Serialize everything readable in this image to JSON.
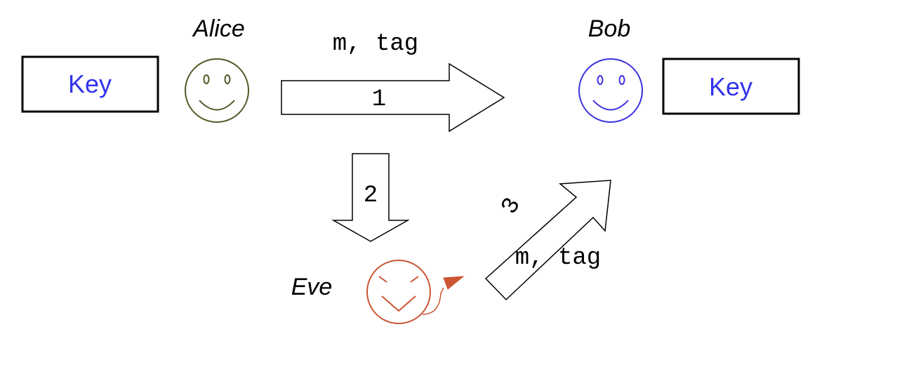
{
  "parties": {
    "alice": {
      "name": "Alice",
      "color": "#4d5a26"
    },
    "bob": {
      "name": "Bob",
      "color": "#3a2fe0"
    },
    "eve": {
      "name": "Eve",
      "color": "#cc5533"
    }
  },
  "keys": {
    "alice_key": "Key",
    "bob_key": "Key"
  },
  "arrows": {
    "arrow1": {
      "label": "1",
      "message": "m, tag"
    },
    "arrow2": {
      "label": "2"
    },
    "arrow3": {
      "label": "3",
      "message": "m, tag"
    }
  },
  "icons": {
    "alice": "smiley-face-icon",
    "bob": "smiley-face-icon",
    "eve": "devil-face-icon"
  },
  "colors": {
    "key_text": "#3333ee",
    "outline": "#000000"
  }
}
